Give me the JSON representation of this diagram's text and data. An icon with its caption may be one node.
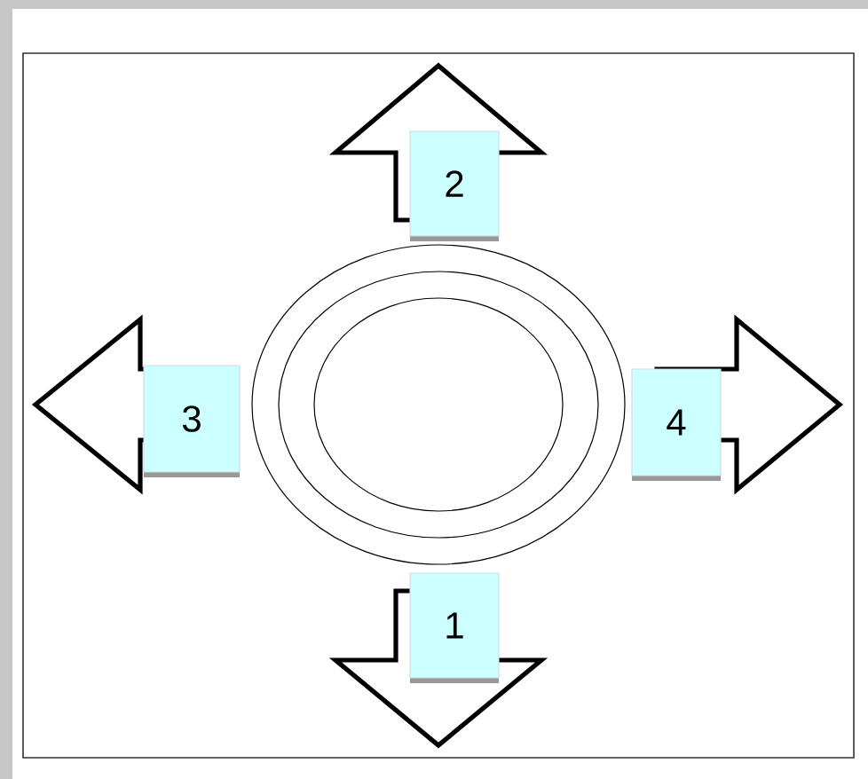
{
  "diagram": {
    "nodes": [
      {
        "text": [
          "2"
        ]
      },
      {
        "text": [
          "3"
        ]
      },
      {
        "text": [
          "4"
        ]
      },
      {
        "text": [
          "1"
        ]
      }
    ]
  }
}
